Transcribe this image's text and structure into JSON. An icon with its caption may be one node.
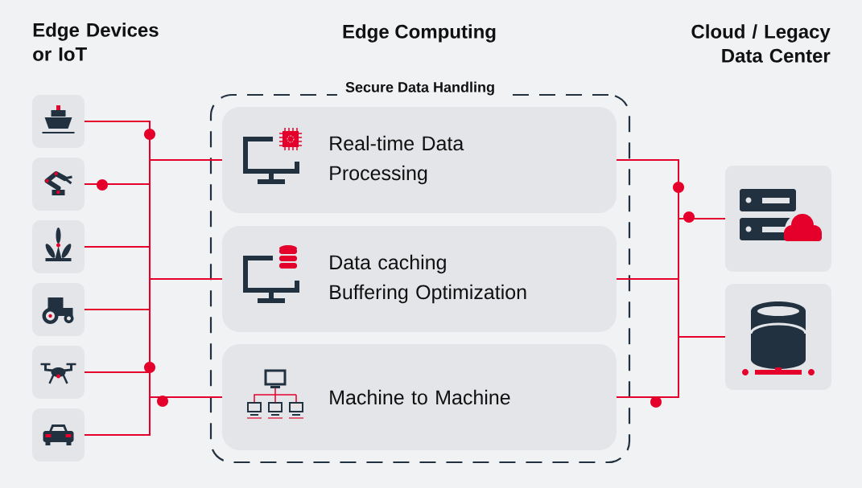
{
  "diagram": {
    "nodes": [
      {
        "text": [
          "Secure Data Handling"
        ]
      },
      {
        "text": [
          "Real-time Data Processing"
        ],
        "in": 0
      },
      {
        "text": [
          "Data caching Buffering Optimization"
        ],
        "in": 0
      },
      {
        "text": [
          "Machine to Machine"
        ],
        "in": 0
      },
      {
        "text": [],
        "shape": "box"
      },
      {
        "text": [],
        "shape": "box"
      },
      {
        "text": [],
        "shape": "box"
      },
      {
        "text": [],
        "shape": "box"
      },
      {
        "text": [],
        "shape": "box"
      },
      {
        "text": [],
        "shape": "box"
      },
      {
        "text": [],
        "shape": "box"
      },
      {
        "text": [],
        "shape": "box"
      }
    ],
    "edges": [
      {
        "from": 4,
        "to": 1,
        "arrow": "none"
      },
      {
        "from": 4,
        "to": 2,
        "arrow": "none"
      },
      {
        "from": 4,
        "to": 3,
        "arrow": "none"
      },
      {
        "from": 5,
        "to": 1,
        "arrow": "none"
      },
      {
        "from": 5,
        "to": 2,
        "arrow": "none"
      },
      {
        "from": 5,
        "to": 3,
        "arrow": "none"
      },
      {
        "from": 6,
        "to": 1,
        "arrow": "none"
      },
      {
        "from": 6,
        "to": 2,
        "arrow": "none"
      },
      {
        "from": 6,
        "to": 3,
        "arrow": "none"
      },
      {
        "from": 7,
        "to": 1,
        "arrow": "none"
      },
      {
        "from": 7,
        "to": 2,
        "arrow": "none"
      },
      {
        "from": 7,
        "to": 3,
        "arrow": "none"
      },
      {
        "from": 8,
        "to": 1,
        "arrow": "none"
      },
      {
        "from": 8,
        "to": 2,
        "arrow": "none"
      },
      {
        "from": 8,
        "to": 3,
        "arrow": "none"
      },
      {
        "from": 9,
        "to": 1,
        "arrow": "none"
      },
      {
        "from": 9,
        "to": 2,
        "arrow": "none"
      },
      {
        "from": 9,
        "to": 3,
        "arrow": "none"
      },
      {
        "from": 1,
        "to": 10,
        "arrow": "none"
      },
      {
        "from": 1,
        "to": 11,
        "arrow": "none"
      },
      {
        "from": 2,
        "to": 10,
        "arrow": "none"
      },
      {
        "from": 2,
        "to": 11,
        "arrow": "none"
      },
      {
        "from": 3,
        "to": 10,
        "arrow": "none"
      },
      {
        "from": 3,
        "to": 11,
        "arrow": "none"
      }
    ],
    "labels": [
      "Edge Devices or IoT",
      "Edge Computing",
      "Cloud / Legacy Data Center"
    ]
  }
}
